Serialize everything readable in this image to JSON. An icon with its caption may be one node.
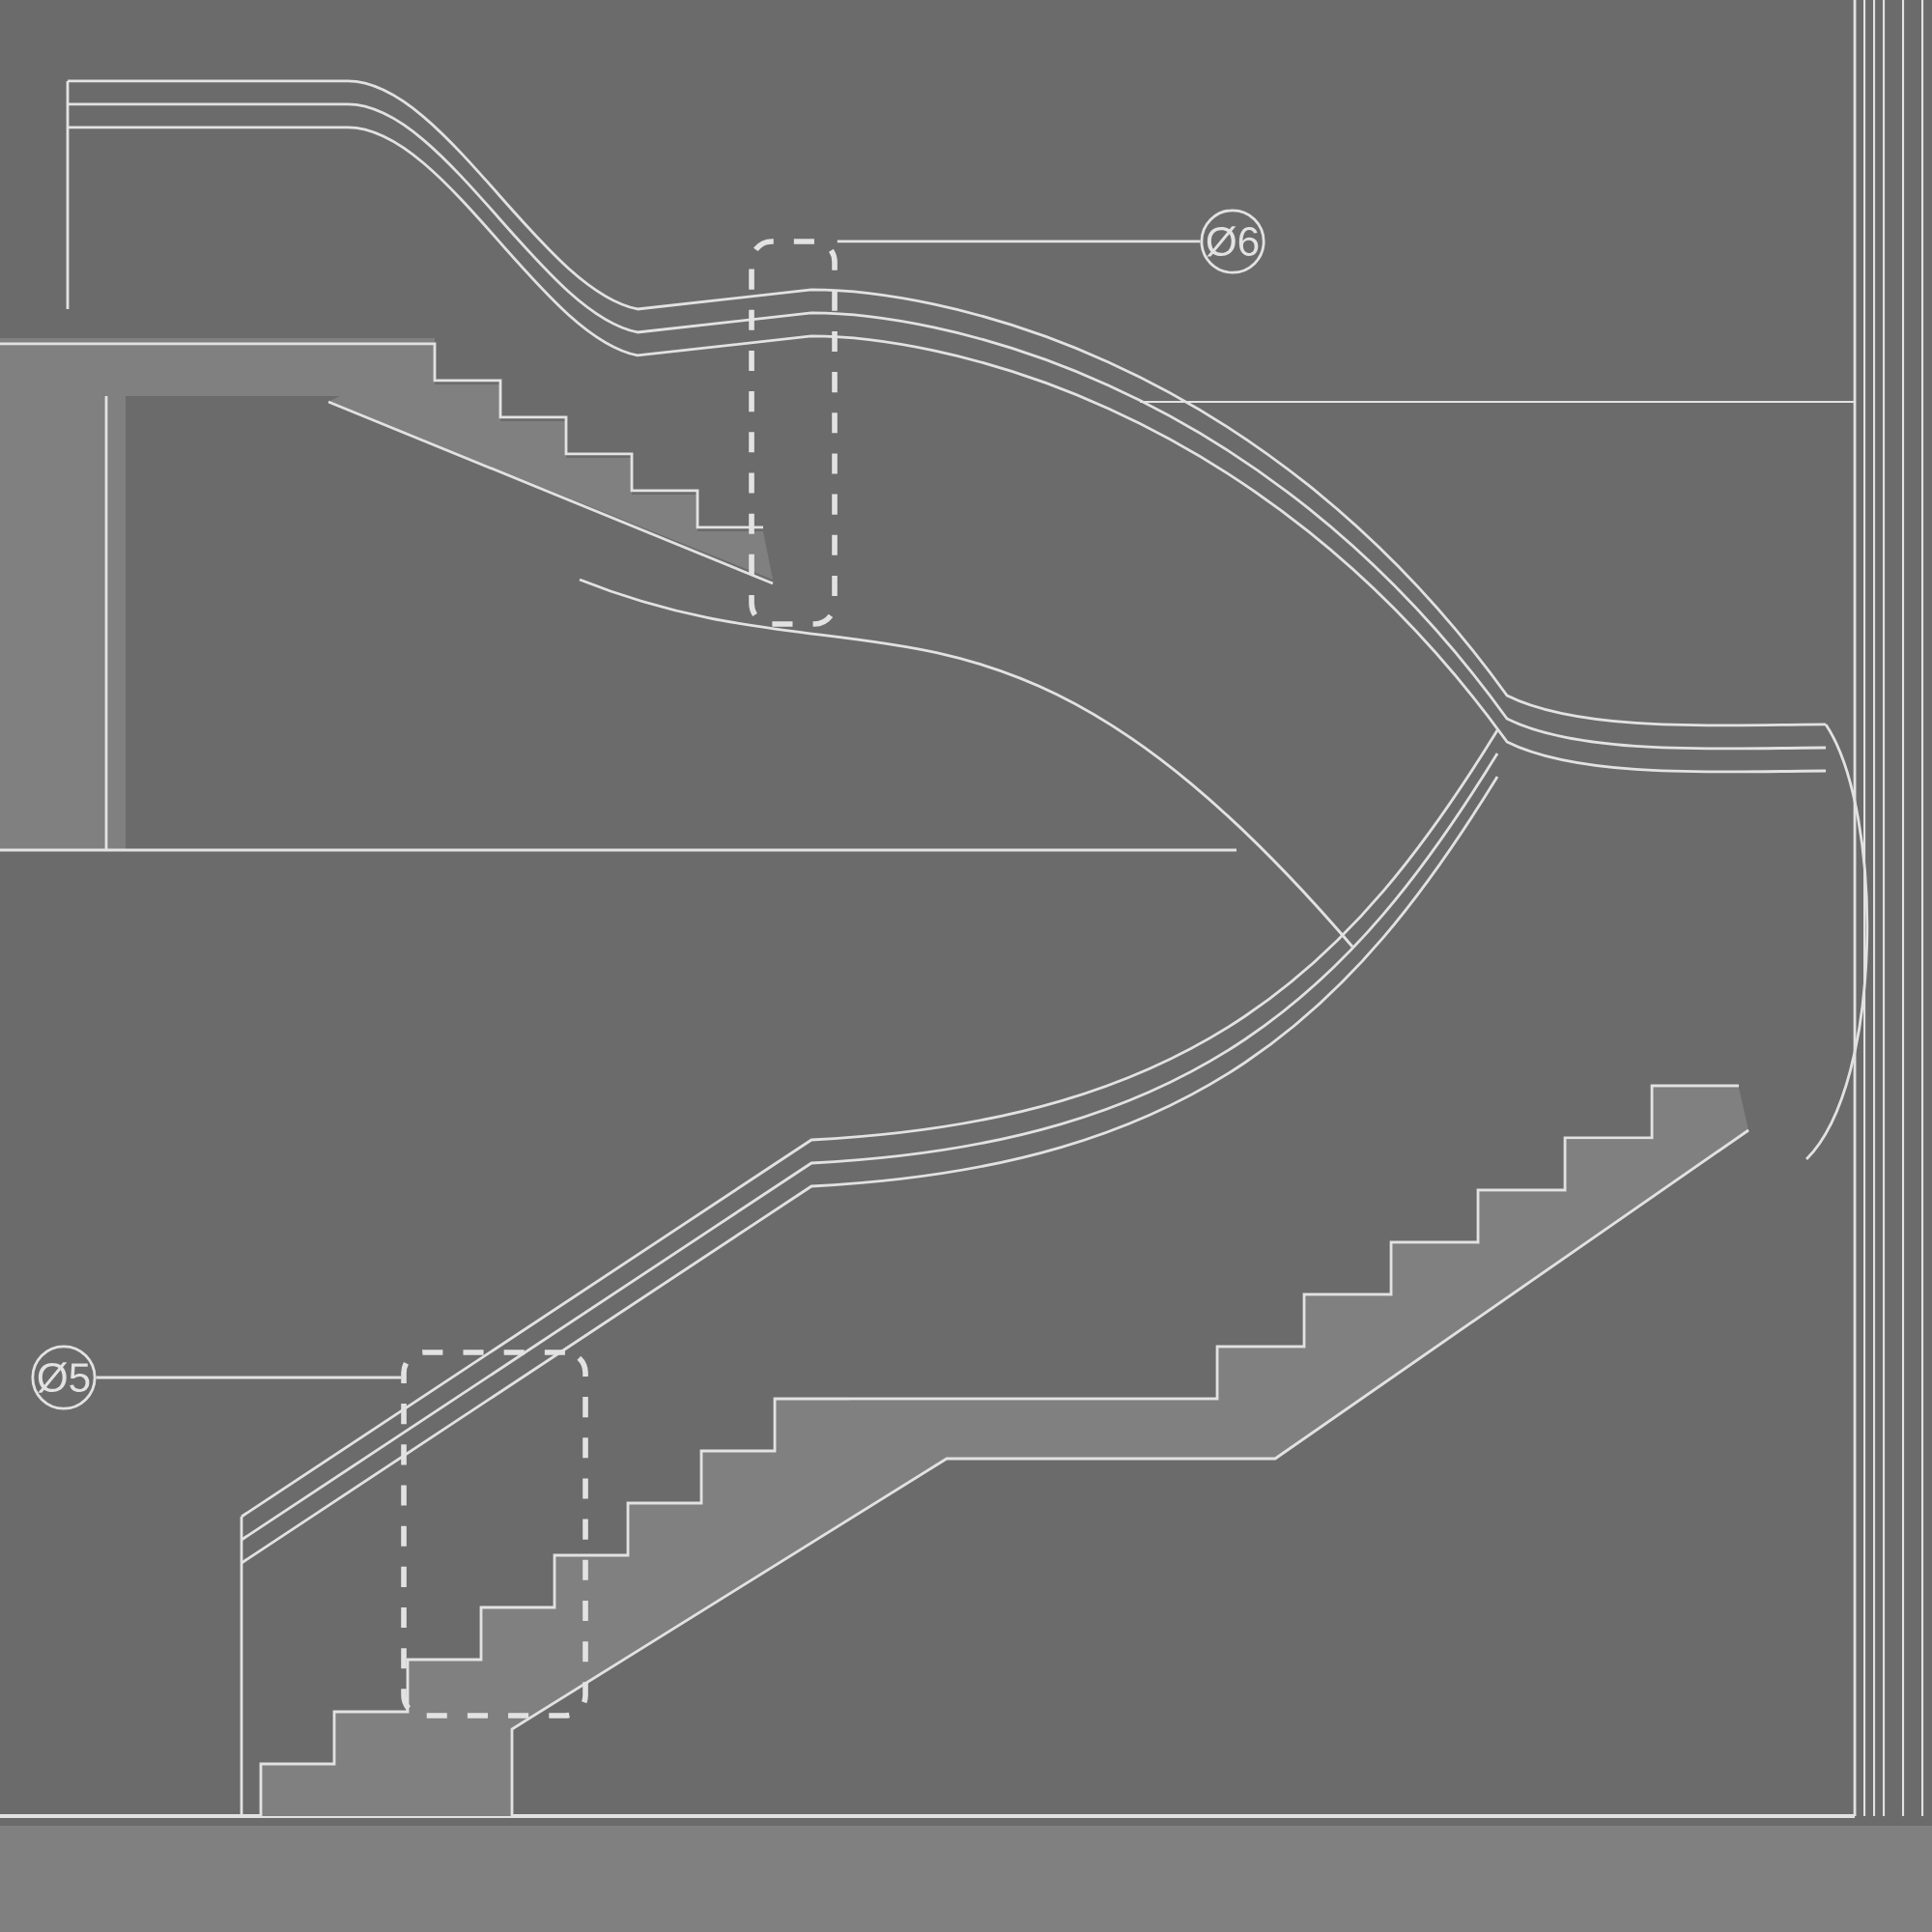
{
  "diagram": {
    "nodes": [
      {
        "text": [
          "Ø6"
        ]
      },
      {
        "text": [],
        "shape": "box"
      },
      {
        "text": [
          "Ø5"
        ]
      },
      {
        "text": [],
        "shape": "box"
      }
    ],
    "edges": [
      {
        "from": 0,
        "to": 1,
        "arrow": "none"
      },
      {
        "from": 2,
        "to": 3,
        "arrow": "none"
      }
    ]
  }
}
